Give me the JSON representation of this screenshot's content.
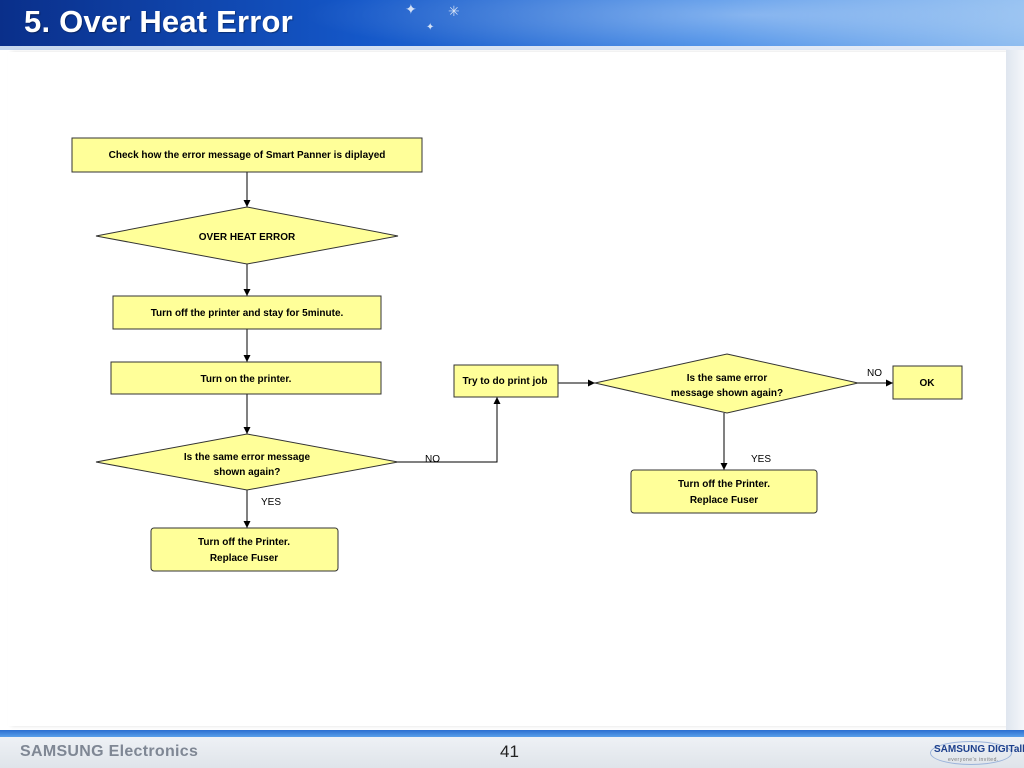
{
  "slide": {
    "title": "5. Over Heat Error",
    "page_number": "41"
  },
  "footer": {
    "brand": "SAMSUNG Electronics",
    "logo_text": "SAMSUNG DIGITall",
    "logo_tagline": "everyone's invited."
  },
  "flowchart": {
    "nodes": {
      "check_message": "Check how the error message of Smart Panner is diplayed",
      "over_heat_error": "OVER HEAT ERROR",
      "turn_off_wait": "Turn off the printer and stay for 5minute.",
      "turn_on": "Turn on the printer.",
      "same_error_1": [
        "Is the same error message",
        "shown again?"
      ],
      "replace_fuser_1": [
        "Turn off the Printer.",
        "Replace Fuser"
      ],
      "try_print": "Try to do print job",
      "same_error_2": [
        "Is the same error",
        "message shown again?"
      ],
      "ok": "OK",
      "replace_fuser_2": [
        "Turn off the Printer.",
        "Replace Fuser"
      ]
    },
    "edge_labels": {
      "no_1": "NO",
      "yes_1": "YES",
      "no_2": "NO",
      "yes_2": "YES"
    },
    "colors": {
      "node_fill": "#ffff99",
      "node_stroke": "#333333",
      "text": "#000000"
    }
  }
}
